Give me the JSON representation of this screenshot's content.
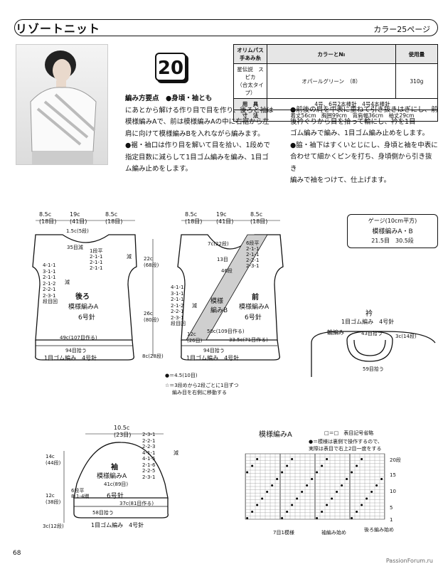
{
  "header": {
    "title": "リゾートニット",
    "right": "カラー25ページ"
  },
  "number": "20",
  "spec": {
    "col_yarn": "オリムパス手あみ糸",
    "col_color": "カラーと№",
    "col_amount": "使用量",
    "yarn_name": "星伝説　スピカ",
    "yarn_type": "（合太タイプ）",
    "color": "オパールグリーン",
    "color_no": "（8）",
    "amount": "310g",
    "tools_label": "用　具",
    "tools": "4号、6号2本棒針　4号4本棒針",
    "size_label": "寸　法",
    "size": "着丈56cm　胸囲99cm　背肩幅36cm　袖丈29cm"
  },
  "instructions": {
    "left": [
      "編み方要点　●身頃・袖とも",
      "にあとから解ける作り目で目を作り、後ろと袖は",
      "模様編みAで、前は模様編みAの中に右裾から左",
      "肩に向けて模様編みBを入れながら編みます。",
      "●裾・袖口は作り目を解いて目を拾い、1段めで",
      "指定目数に減らして1目ゴム編みを編み、1目ゴ",
      "ム編み止めをします。"
    ],
    "right": [
      "●前後の肩を中表に重ねて引き抜きはぎにし、前",
      "後衿ぐりから目を拾って輪にし、衿を1目",
      "ゴム編みで編み、1目ゴム編み止めをします。",
      "●脇・袖下はすくいとじにし、身頃と袖を中表に",
      "合わせて細かくピンを打ち、身頃側から引き抜き",
      "編みで袖をつけて、仕上げます。"
    ]
  },
  "back": {
    "top_left": "8.5c",
    "top_left_sub": "(18目)",
    "top_mid": "19c",
    "top_mid_sub": "(41目)",
    "top_right": "8.5c",
    "top_right_sub": "(18目)",
    "neck_rows": "1.5c(5段)",
    "neck_bind": "35目減",
    "neck_dec": [
      "1段平",
      "2-1-1",
      "2-1-1",
      "2-1-1",
      "減"
    ],
    "arm_dec": [
      "4-1-1",
      "3-1-1",
      "2-1-1",
      "2-1-2",
      "2-2-1",
      "2-3-1",
      "段目回"
    ],
    "arm_dec_label": "減",
    "title": "後ろ",
    "pattern": "模様編みA",
    "needle": "6号針",
    "width": "49c(107目作る)",
    "pickup": "94目拾う",
    "rib": "1目ゴム編み　4号針"
  },
  "front": {
    "top_left": "8.5c",
    "top_left_sub": "(18目)",
    "top_mid": "19c",
    "top_mid_sub": "(41目)",
    "top_right": "8.5c",
    "top_right_sub": "(18目)",
    "neck": "7c(22段)",
    "neck_bind": "13目",
    "neck_dec": [
      "6段平",
      "2-1-1",
      "2-1-1",
      "2-2-1",
      "2-3-1"
    ],
    "neck_side": "46段",
    "side_h1": "22c",
    "side_h1_sub": "(68段)",
    "side_h2": "26c",
    "side_h2_sub": "(80段)",
    "side_h3": "8c(28段)",
    "arm_dec": [
      "4-1-1",
      "3-1-1",
      "2-1-1",
      "2-1-2",
      "2-2-1",
      "2-3-1",
      "段目回"
    ],
    "arm_dec_label": "減",
    "title": "前",
    "pattern": "模様編みA",
    "needle": "6号針",
    "patternB": "模様",
    "patternB2": "編みB",
    "w1": "50c(109目作る)",
    "w2": "12c",
    "w2_sub": "(26目)",
    "w3": "33.5c(71目作る)",
    "pickup": "94目拾う",
    "rib": "1目ゴム編み　4号針",
    "note1": "●＝4.5(10目)",
    "note2": "☆＝3段めから2段ごとに1目ずつ",
    "note3": "編み目を右側に移動する"
  },
  "gauge": {
    "title": "ゲージ(10cm平方)",
    "pattern": "模様編みA・B",
    "value": "21.5目　30.5段"
  },
  "collar": {
    "title": "衿",
    "rib": "1目ゴム編み　4号針",
    "label_left": "輪編み",
    "bind": "43目拾う",
    "height": "3c(14段)",
    "pickup": "59目拾う"
  },
  "sleeve": {
    "top": "10.5c",
    "top_sub": "(23目)",
    "cap_dec": [
      "2-3-1",
      "2-2-1",
      "2-2-3",
      "4-1-1",
      "4-1-5",
      "2-1-6",
      "2-2-5",
      "2-3-1"
    ],
    "cap_label": "減",
    "h1": "14c",
    "h1_sub": "(44段)",
    "h2": "12c",
    "h2_sub": "(38段)",
    "h3": "3c(12段)",
    "title": "袖",
    "pattern": "模様編みA",
    "needle": "6号針",
    "mid": "41c(89目)",
    "inc": [
      "6段平",
      "8-1-4増"
    ],
    "width": "37c(81目作る)",
    "pickup": "58目拾う",
    "rib": "1目ゴム編み　4号針"
  },
  "chart": {
    "title": "模様編みA",
    "legend": "□＝□　表目記号省略",
    "note1": "●＝模様は裏側で操作するので、",
    "note2": "実際は表目で右上2目一度をする",
    "row_labels": [
      "20段",
      "15",
      "10",
      "5",
      "1"
    ],
    "bottom1": "7目1模様",
    "bottom2": "袖編み始め",
    "bottom3": "後ろ編み始め"
  },
  "page_number": "68",
  "watermark": "PassionForum.ru"
}
